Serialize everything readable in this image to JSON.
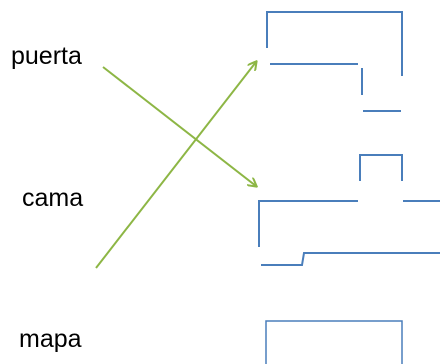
{
  "words": [
    {
      "text": "puerta"
    },
    {
      "text": "cama"
    },
    {
      "text": "mapa"
    }
  ],
  "colors": {
    "text": "#000000",
    "shape_stroke": "#4a7ebb",
    "arrow_stroke": "#8db645",
    "background": "#ffffff"
  },
  "arrows": [
    {
      "from_word": "puerta",
      "to_shape": "shape-2"
    },
    {
      "from_word": "cama",
      "to_shape": "shape-1"
    }
  ]
}
